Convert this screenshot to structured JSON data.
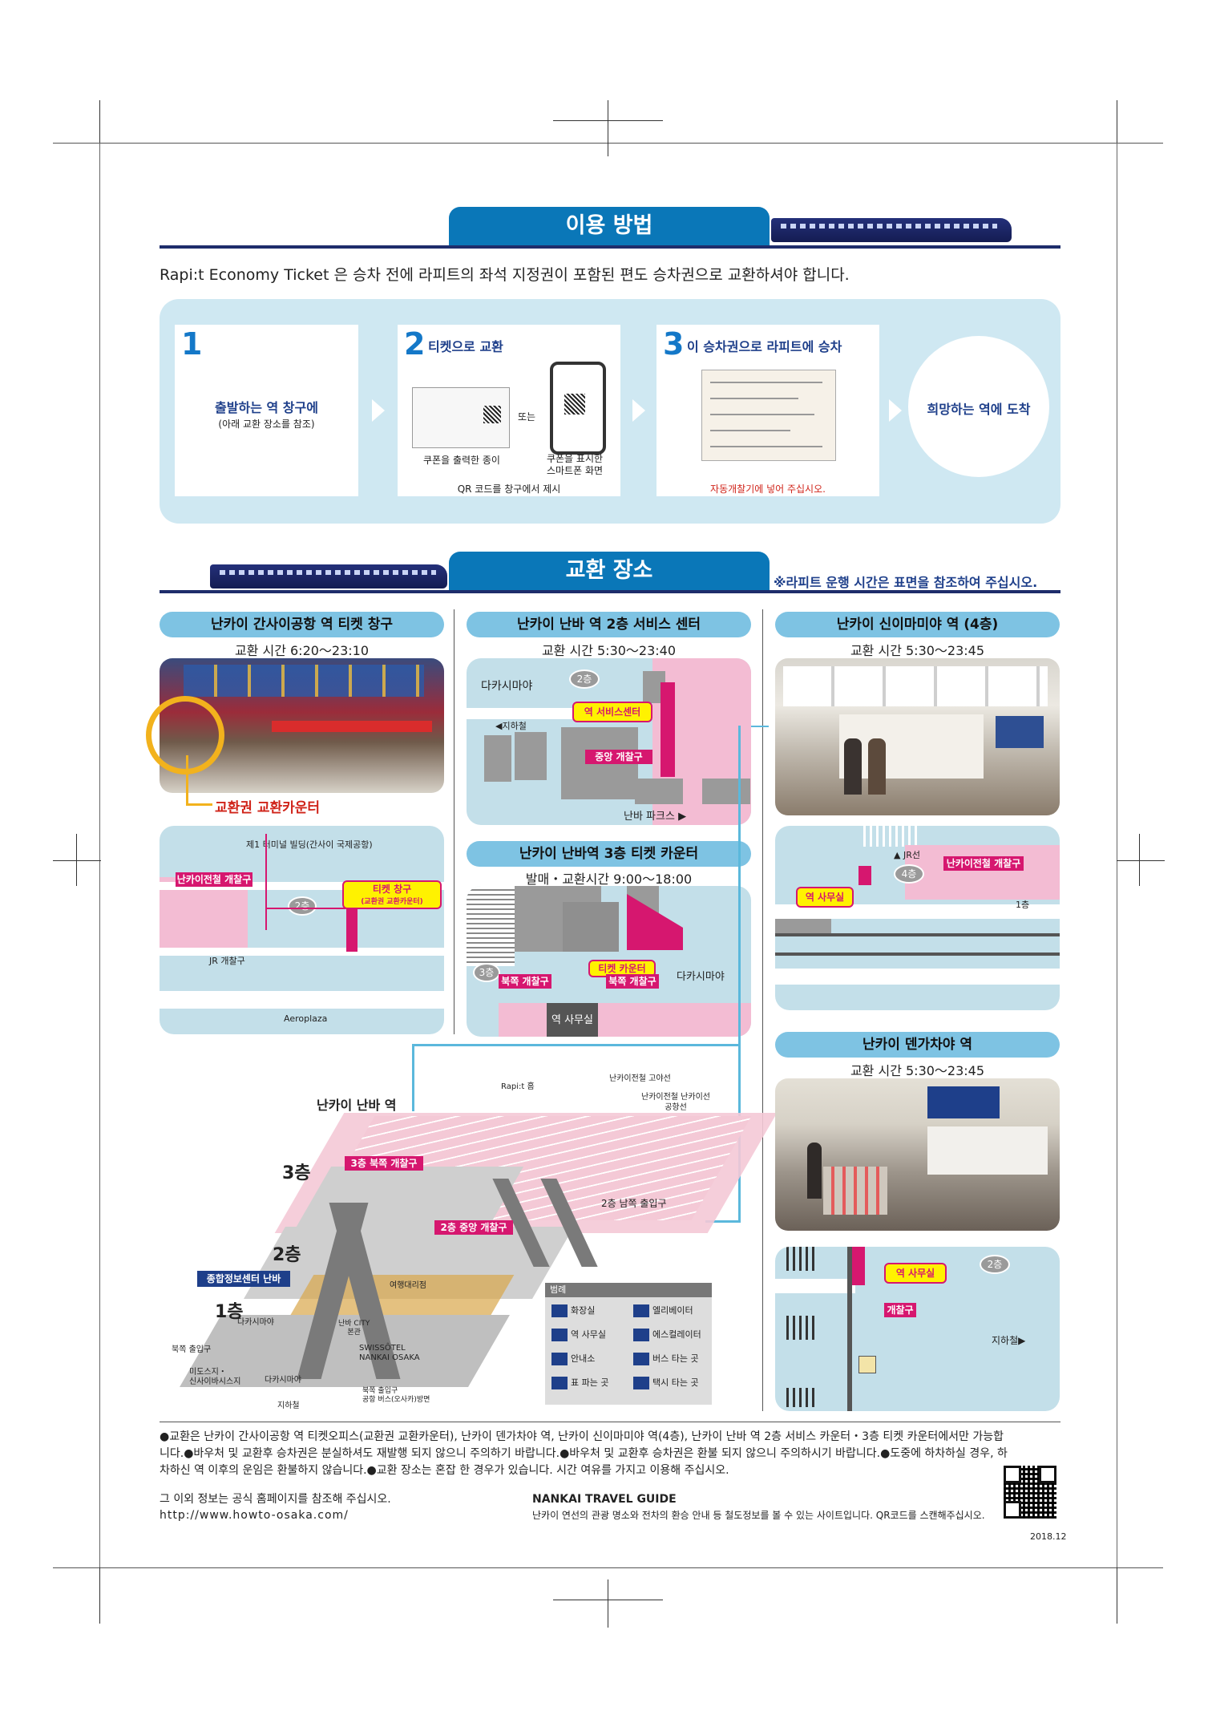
{
  "usage": {
    "title": "이용 방법",
    "intro": "Rapi:t Economy Ticket 은 승차 전에 라피트의 좌석 지정권이 포함된 편도 승차권으로 교환하셔야 합니다.",
    "step1": {
      "num": "1",
      "line1": "출발하는 역 창구에",
      "line2": "(아래 교환 장소를 참조)"
    },
    "step2": {
      "num": "2",
      "title": "티켓으로 교환",
      "or": "또는",
      "paper": "쿠폰을 출력한 종이",
      "phone": "쿠폰을 표시한\n스마트폰 화면",
      "note": "QR 코드를 창구에서 제시"
    },
    "step3": {
      "num": "3",
      "title": "이 승차권으로 라피트에 승차",
      "note": "자동개찰기에 넣어 주십시오."
    },
    "step4": {
      "label": "희망하는 역에 도착"
    }
  },
  "exchange": {
    "title": "교환 장소",
    "note": "※라피트 운행 시간은 표면을 참조하여 주십시오.",
    "kix": {
      "title": "난카이 간사이공항 역 티켓 창구",
      "hours": "교환 시간 6:20～23:10",
      "caption": "교환권 교환카운터",
      "map": {
        "terminal": "제1 터미널 빌딩(간사이 국제공항)",
        "gate": "난카이전철 개찰구",
        "floor": "2층",
        "counter1": "티켓 창구",
        "counter2": "(교환권 교환카운터)",
        "jr": "JR 개찰구",
        "aeroplaza": "Aeroplaza"
      }
    },
    "namba2": {
      "title": "난카이 난바 역 2층 서비스 센터",
      "hours": "교환 시간 5:30～23:40",
      "map": {
        "takashimaya": "다카시마야",
        "floor": "2층",
        "service": "역 서비스센터",
        "basement": "◀지하철",
        "center_gate": "중앙 개찰구",
        "parks": "난바 파크스 ▶"
      }
    },
    "namba3": {
      "title": "난카이 난바역 3층 티켓 카운터",
      "hours": "발매・교환시간 9:00～18:00",
      "map": {
        "floor": "3층",
        "north": "북쪽 개찰구",
        "counter": "티켓 카운터",
        "north2": "북쪽 개찰구",
        "takashimaya": "다카시마야",
        "office": "역 사무실"
      }
    },
    "shinimamiya": {
      "title": "난카이 신이마미야 역 (4층)",
      "hours": "교환 시간 5:30～23:45",
      "map": {
        "jr": "▲ JR선",
        "floor": "4층",
        "gate": "난카이전철 개찰구",
        "office": "역 사무실",
        "first": "1층"
      }
    },
    "tengachaya": {
      "title": "난카이 덴가차야 역",
      "hours": "교환 시간 5:30～23:45",
      "map": {
        "office": "역 사무실",
        "floor": "2층",
        "gate": "개찰구",
        "basement": "지하철▶"
      }
    },
    "namba_station": {
      "title": "난카이 난바 역",
      "floor3": "3층",
      "floor2": "2층",
      "floor1": "1층",
      "gate3": "3층 북쪽 개찰구",
      "gate2": "2층 중앙 개찰구",
      "info": "종합정보센터 난바",
      "rapit_home": "Rapi:t 홈",
      "koya": "난카이전철 고야선",
      "airport": "난카이전철 난카이선\n공항선",
      "south_exit": "2층 남쪽 출입구",
      "travel": "여행대리점",
      "takashimaya1": "다카시마야",
      "takashimaya2": "다카시마야",
      "north_exit": "북쪽 출입구",
      "midosuji": "미도스지・\n신사이바시스지",
      "subway": "지하철",
      "swissotel": "SWISSÔTEL\nNANKAI OSAKA",
      "bus": "북쪽 출입구\n공항 버스(오사카)방면",
      "city": "난바 CITY\n본관"
    },
    "legend": {
      "title": "범례",
      "items": [
        "화장실",
        "엘리베이터",
        "역 사무실",
        "에스컬레이터",
        "안내소",
        "버스 타는 곳",
        "표 파는 곳",
        "택시 타는 곳"
      ]
    }
  },
  "footer": {
    "notice": "●교환은 난카이 간사이공항 역 티켓오피스(교환권 교환카운터), 난카이 덴가차야 역, 난카이 신이마미야 역(4층), 난카이 난바 역 2층 서비스 카운터・3층 티켓 카운터에서만 가능합니다.●바우처 및 교환후 승차권은 분실하셔도 재발행 되지 않으니 주의하기 바랍니다.●바우처 및 교환후 승차권은 환불 되지 않으니 주의하시기 바랍니다.●도중에 하차하실 경우, 하차하신 역 이후의 운임은 환불하지 않습니다.●교환 장소는 혼잡 한 경우가 있습니다. 시간 여유를 가지고 이용해 주십시오.",
    "info": "그 이외 정보는 공식 홈페이지를 참조해 주십시오.",
    "url": "http://www.howto-osaka.com/",
    "guide_title": "NANKAI TRAVEL GUIDE",
    "guide_text": "난카이 연선의 관광 명소와 전차의 환승 안내 등 철도정보를 볼 수 있는 사이트입니다. QR코드를 스캔해주십시오.",
    "date": "2018.12"
  }
}
